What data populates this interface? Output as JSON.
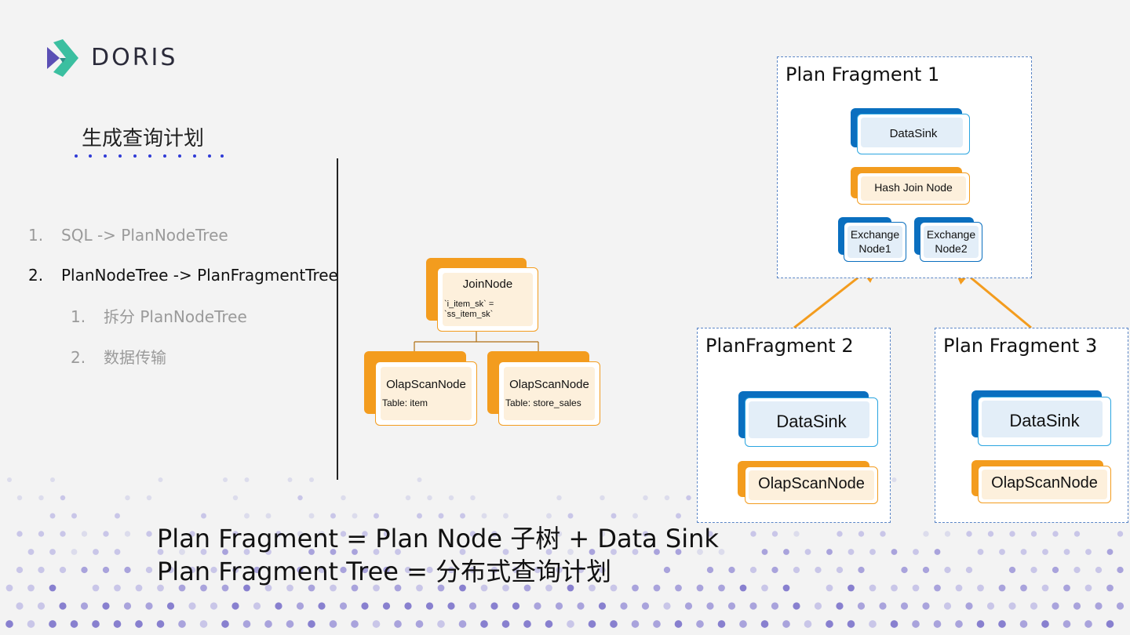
{
  "brand": {
    "name": "DORIS"
  },
  "section_title": "生成查询计划",
  "outline": [
    {
      "num": "1.",
      "text": "SQL -> PlanNodeTree",
      "level": 1,
      "active": false
    },
    {
      "num": "2.",
      "text": "PlanNodeTree -> PlanFragmentTree",
      "level": 1,
      "active": true
    },
    {
      "num": "1.",
      "text": "拆分 PlanNodeTree",
      "level": 2,
      "active": false
    },
    {
      "num": "2.",
      "text": "数据传输",
      "level": 2,
      "active": false
    }
  ],
  "plan_tree": {
    "join": {
      "label": "JoinNode",
      "detail_1": "`i_item_sk` =",
      "detail_2": "`ss_item_sk`"
    },
    "scan_left": {
      "label": "OlapScanNode",
      "detail": "Table: item"
    },
    "scan_right": {
      "label": "OlapScanNode",
      "detail": "Table: store_sales"
    }
  },
  "fragments": {
    "f1": {
      "title": "Plan Fragment 1",
      "sink": "DataSink",
      "join": "Hash Join Node",
      "exchange1_line1": "Exchange",
      "exchange1_line2": "Node1",
      "exchange2_line1": "Exchange",
      "exchange2_line2": "Node2"
    },
    "f2": {
      "title": "PlanFragment 2",
      "sink": "DataSink",
      "scan": "OlapScanNode"
    },
    "f3": {
      "title": "Plan Fragment 3",
      "sink": "DataSink",
      "scan": "OlapScanNode"
    }
  },
  "formulas": [
    "Plan Fragment = Plan Node 子树 + Data Sink",
    "Plan Fragment Tree = 分布式查询计划"
  ],
  "colors": {
    "orange": "#f39c1e",
    "orange_light": "#fdf0dc",
    "blue_dark": "#0a6fbf",
    "blue_light": "#e3eef8",
    "dash_border": "#5b86c6",
    "title_dots": "#2f3bd6",
    "logo_teal": "#3bbfa0",
    "logo_purple": "#5b4fb5"
  }
}
